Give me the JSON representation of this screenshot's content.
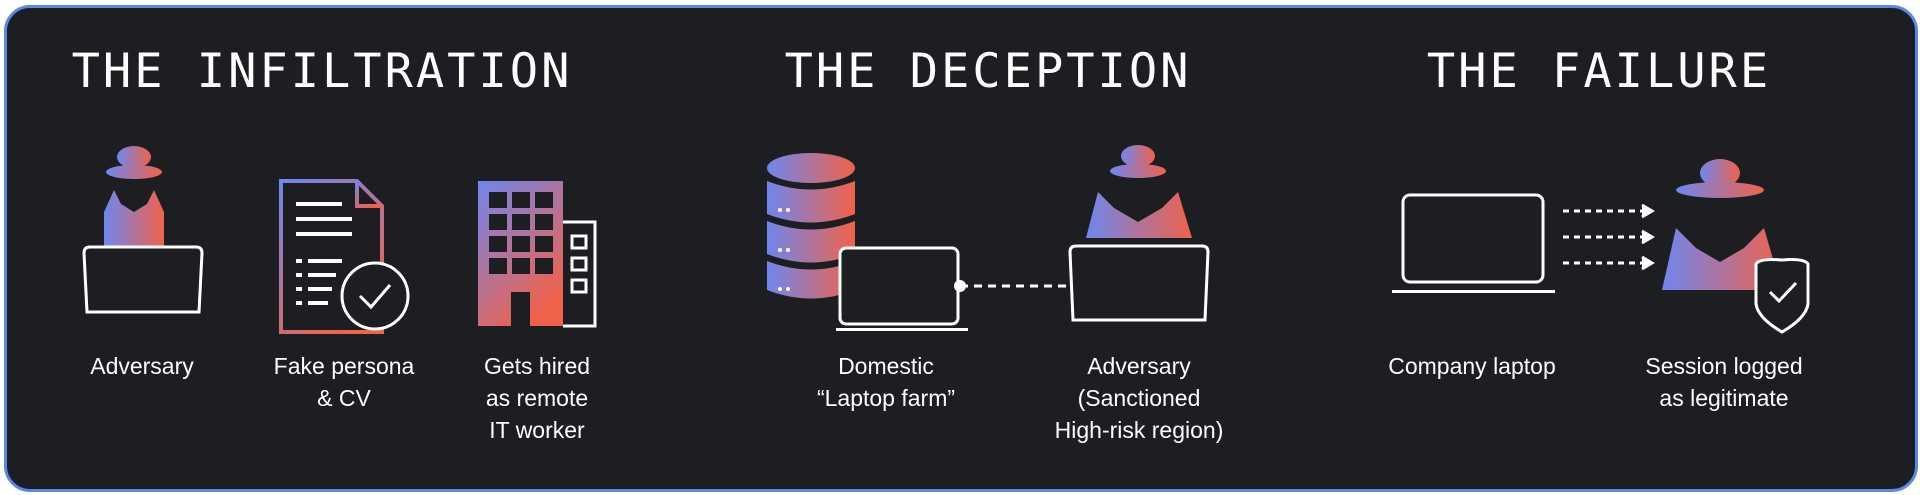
{
  "colors": {
    "background": "#1c1e22",
    "border": "#5b87e6",
    "gradient_start": "#6f86ef",
    "gradient_end": "#f0624a",
    "text": "#ffffff"
  },
  "sections": [
    {
      "title": "THE INFILTRATION",
      "steps": [
        {
          "icon": "hacker-laptop-icon",
          "lines": [
            "Adversary"
          ]
        },
        {
          "icon": "document-check-icon",
          "lines": [
            "Fake persona",
            "& CV"
          ]
        },
        {
          "icon": "office-building-icon",
          "lines": [
            "Gets hired",
            "as remote",
            "IT worker"
          ]
        }
      ]
    },
    {
      "title": "THE DECEPTION",
      "steps": [
        {
          "icon": "database-laptop-icon",
          "lines": [
            "Domestic",
            "“Laptop farm”"
          ]
        },
        {
          "icon": "hacker-laptop-icon",
          "lines": [
            "Adversary",
            "(Sanctioned",
            "High-risk region)"
          ]
        }
      ]
    },
    {
      "title": "THE FAILURE",
      "steps": [
        {
          "icon": "laptop-icon",
          "lines": [
            "Company laptop"
          ]
        },
        {
          "icon": "hacker-shield-icon",
          "lines": [
            "Session logged",
            "as legitimate"
          ]
        }
      ]
    }
  ]
}
